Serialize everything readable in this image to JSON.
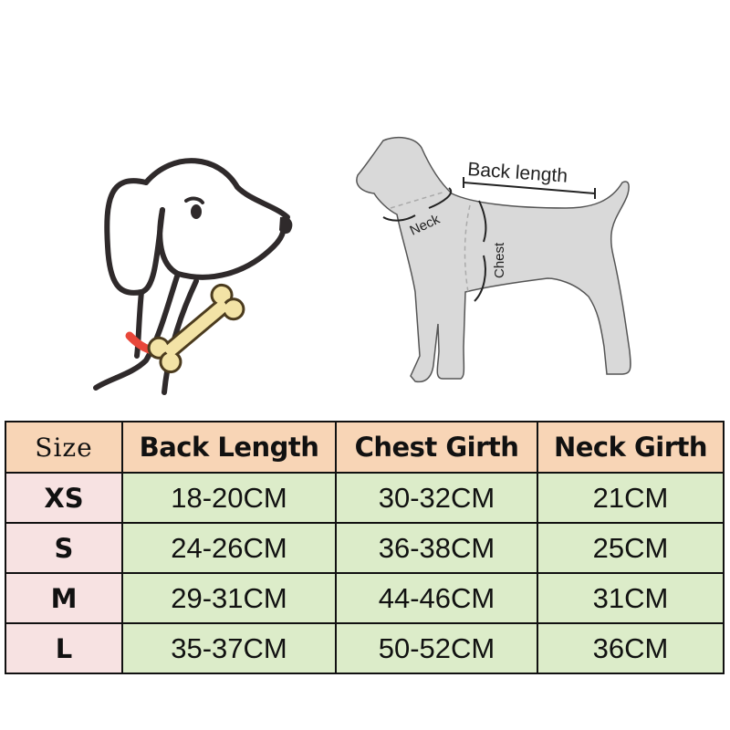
{
  "illustrations": {
    "dog_head": {
      "icon": "cartoon-dog-head-icon",
      "collar_color": "#e8473a",
      "bone_color": "#f3e3a6"
    },
    "dog_body": {
      "icon": "dog-silhouette-measure-icon",
      "labels": {
        "back": "Back length",
        "neck": "Neck",
        "chest": "Chest"
      },
      "fill": "#d9d9d9"
    }
  },
  "table": {
    "headers": [
      "Size",
      "Back Length",
      "Chest Girth",
      "Neck Girth"
    ],
    "rows": [
      {
        "size": "XS",
        "back": "18-20CM",
        "chest": "30-32CM",
        "neck": "21CM"
      },
      {
        "size": "S",
        "back": "24-26CM",
        "chest": "36-38CM",
        "neck": "25CM"
      },
      {
        "size": "M",
        "back": "29-31CM",
        "chest": "44-46CM",
        "neck": "31CM"
      },
      {
        "size": "L",
        "back": "35-37CM",
        "chest": "50-52CM",
        "neck": "36CM"
      }
    ],
    "colors": {
      "header": "#f8d5b6",
      "size_col": "#f7e2e2",
      "data": "#dcecc9"
    }
  }
}
